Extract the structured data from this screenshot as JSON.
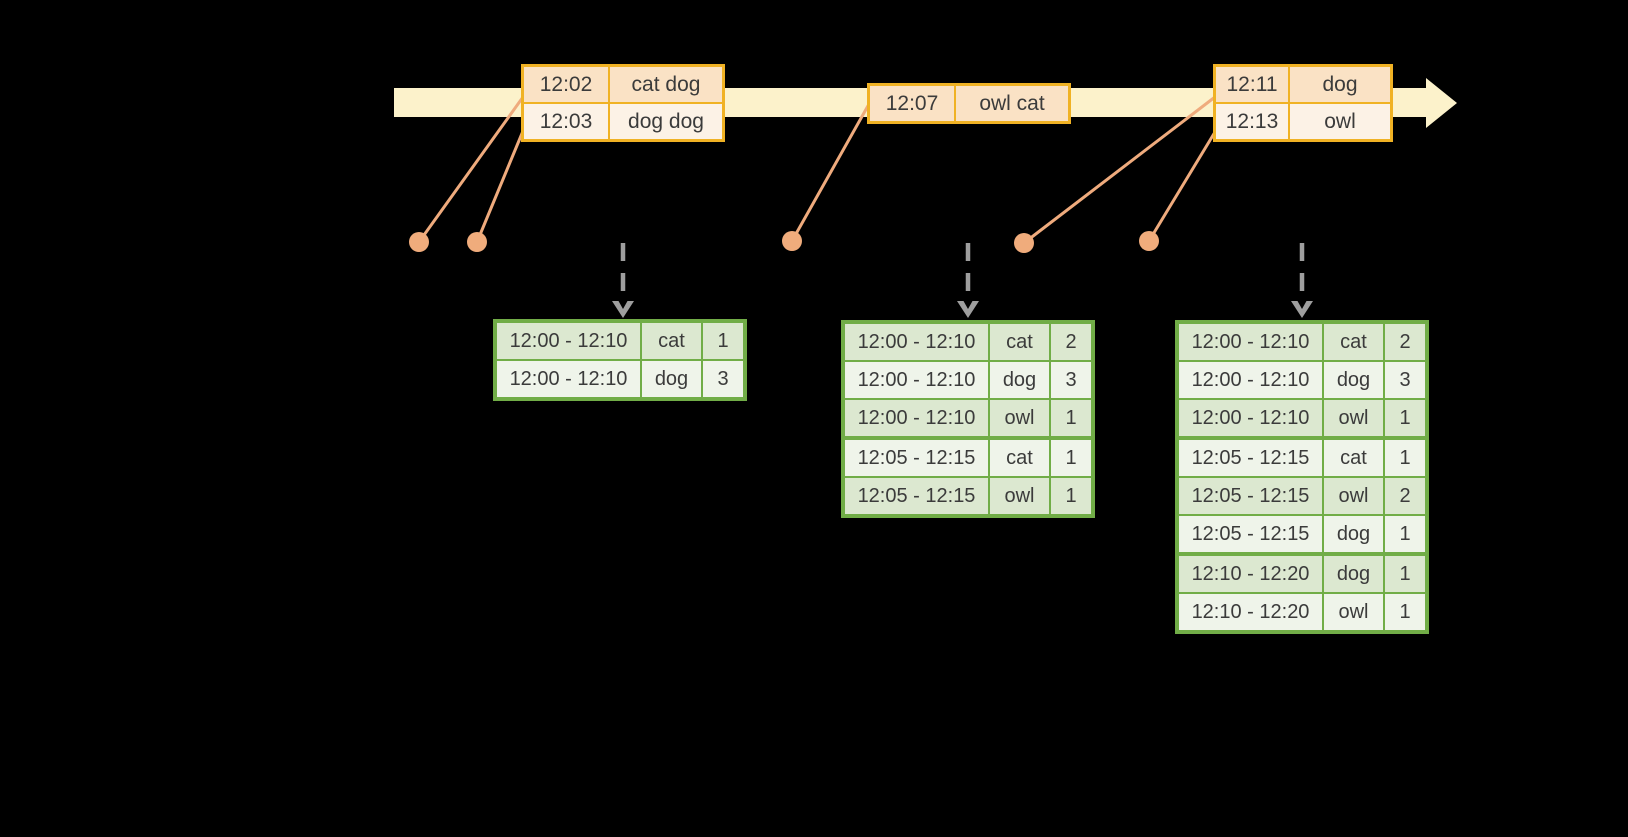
{
  "colors": {
    "background": "#000000",
    "timeline_fill": "#FCF2CB",
    "event_border": "#F0B224",
    "event_row_odd_fill": "#FAE2C5",
    "event_row_even_fill": "#FCF2E6",
    "connector": "#EFAB7D",
    "dot": "#F0AC7C",
    "trigger_arrow": "#9E9E9E",
    "result_border": "#71AD47",
    "result_row_odd_fill": "#DCE8D0",
    "result_row_even_fill": "#EFF4EA",
    "text": "#3B3B3B"
  },
  "event_tables": [
    {
      "rows": [
        {
          "time": "12:02",
          "words": "cat dog"
        },
        {
          "time": "12:03",
          "words": "dog dog"
        }
      ]
    },
    {
      "rows": [
        {
          "time": "12:07",
          "words": "owl cat"
        }
      ]
    },
    {
      "rows": [
        {
          "time": "12:11",
          "words": "dog"
        },
        {
          "time": "12:13",
          "words": "owl"
        }
      ]
    }
  ],
  "result_tables": [
    {
      "rows": [
        {
          "window": "12:00 - 12:10",
          "word": "cat",
          "count": 1
        },
        {
          "window": "12:00 - 12:10",
          "word": "dog",
          "count": 3
        }
      ]
    },
    {
      "rows": [
        {
          "window": "12:00 - 12:10",
          "word": "cat",
          "count": 2
        },
        {
          "window": "12:00 - 12:10",
          "word": "dog",
          "count": 3
        },
        {
          "window": "12:00 - 12:10",
          "word": "owl",
          "count": 1
        },
        {
          "window": "12:05 - 12:15",
          "word": "cat",
          "count": 1
        },
        {
          "window": "12:05 - 12:15",
          "word": "owl",
          "count": 1
        }
      ]
    },
    {
      "rows": [
        {
          "window": "12:00 - 12:10",
          "word": "cat",
          "count": 2
        },
        {
          "window": "12:00 - 12:10",
          "word": "dog",
          "count": 3
        },
        {
          "window": "12:00 - 12:10",
          "word": "owl",
          "count": 1
        },
        {
          "window": "12:05 - 12:15",
          "word": "cat",
          "count": 1
        },
        {
          "window": "12:05 - 12:15",
          "word": "owl",
          "count": 2
        },
        {
          "window": "12:05 - 12:15",
          "word": "dog",
          "count": 1
        },
        {
          "window": "12:10 - 12:20",
          "word": "dog",
          "count": 1
        },
        {
          "window": "12:10 - 12:20",
          "word": "owl",
          "count": 1
        }
      ]
    }
  ]
}
